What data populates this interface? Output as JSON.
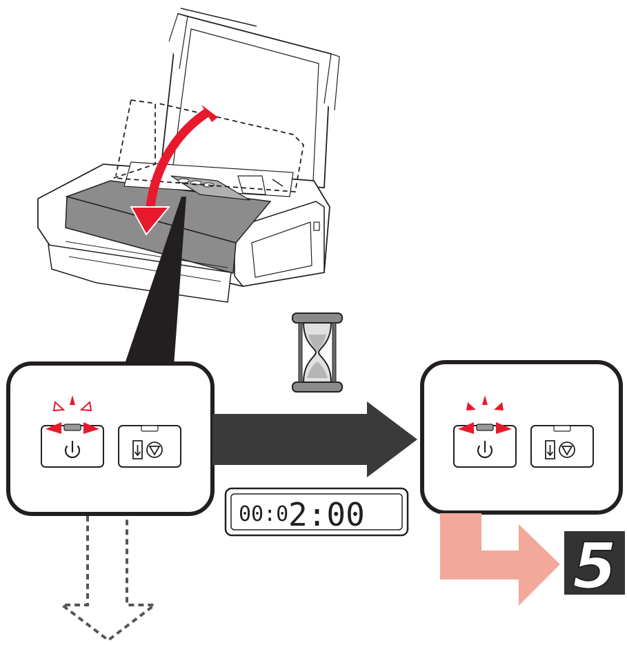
{
  "timer": {
    "small": "00:0",
    "large": "2:00"
  },
  "next_step": "5",
  "colors": {
    "blink_red": "#e8192c",
    "lamp_gray": "#9a9a9a",
    "panel_stroke": "#231f20",
    "progress_arrow": "#3a3a3a",
    "next_step_arrow": "#f2a89a",
    "step_badge_bg": "#333333",
    "printer_body": "#8c8c8c"
  },
  "icons": {
    "power": "power-icon",
    "resume": "resume-paper-icon",
    "stop": "stop-icon",
    "wait": "hourglass-icon"
  }
}
